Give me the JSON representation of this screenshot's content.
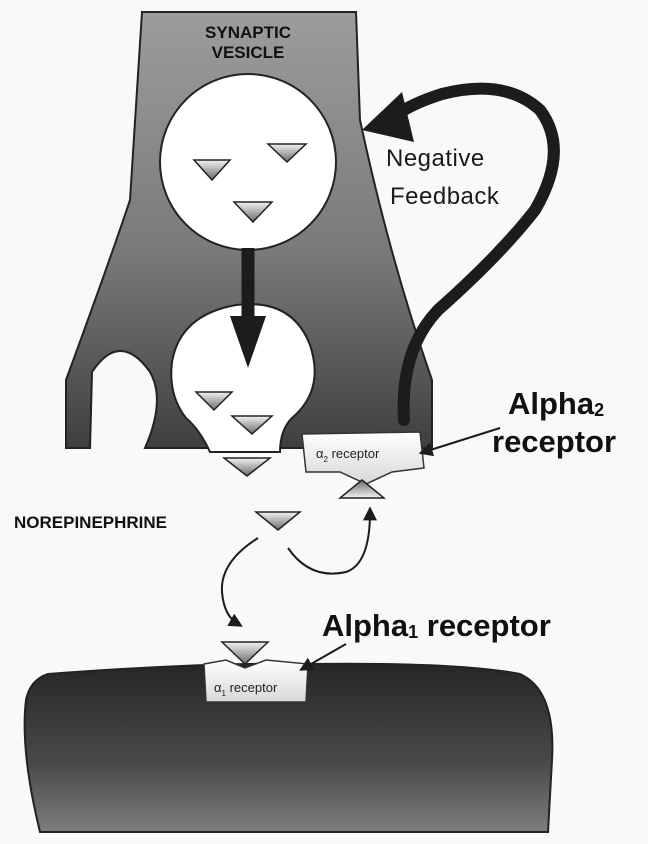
{
  "labels": {
    "vesicle_line1": "SYNAPTIC",
    "vesicle_line2": "VESICLE",
    "feedback_line1": "Negative",
    "feedback_line2": "Feedback",
    "alpha2_title_main": "Alpha",
    "alpha2_title_sub": "2",
    "alpha2_title_line2": "receptor",
    "alpha2_box_symbol": "α",
    "alpha2_box_sub": "2",
    "alpha2_box_text": " receptor",
    "norepinephrine": "NOREPINEPHRINE",
    "alpha1_title_main": "Alpha",
    "alpha1_title_sub": "1",
    "alpha1_title_rest": " receptor",
    "alpha1_box_symbol": "α",
    "alpha1_box_sub": "1",
    "alpha1_box_text": " receptor"
  },
  "colors": {
    "presynaptic_top": "#9a9a9a",
    "presynaptic_bottom": "#4a4a4a",
    "postsynaptic_top": "#2e2e2e",
    "postsynaptic_bottom": "#707070",
    "arrow": "#1c1c1c",
    "molecule_light": "#eeeeee",
    "molecule_dark": "#7a7a7a"
  }
}
